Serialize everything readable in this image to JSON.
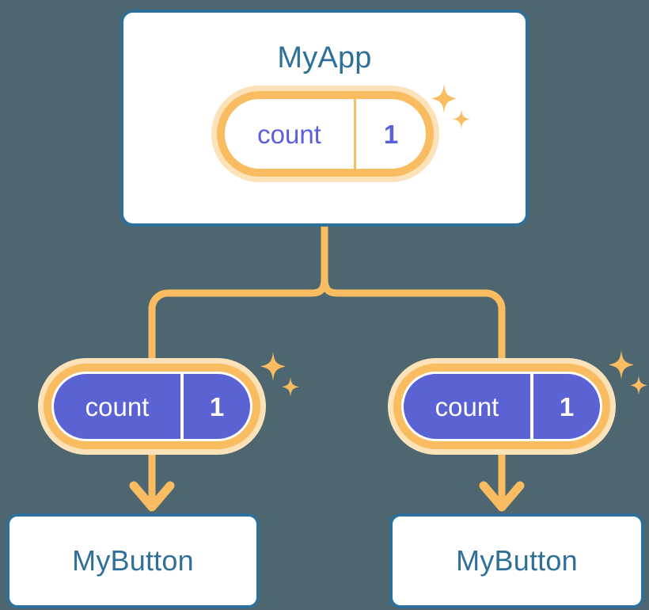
{
  "diagram": {
    "title_note": "React component tree with shared state prop-drilled to children",
    "background_color": "#4d6670",
    "accent_orange": "#f9bc60",
    "accent_orange_soft": "#fce2b8",
    "accent_blue": "#2e7099",
    "accent_indigo": "#5b62d4",
    "accent_indigo_text": "#5b5fd9",
    "card_background": "#ffffff"
  },
  "root": {
    "name": "root-component",
    "label": "MyApp",
    "state": {
      "key": "count",
      "value": "1"
    },
    "sparkle": "sparkle-icon"
  },
  "children": [
    {
      "name": "child-component-left",
      "label": "MyButton",
      "state": {
        "key": "count",
        "value": "1"
      },
      "sparkle": "sparkle-icon"
    },
    {
      "name": "child-component-right",
      "label": "MyButton",
      "state": {
        "key": "count",
        "value": "1"
      },
      "sparkle": "sparkle-icon"
    }
  ],
  "connectors": {
    "trunk": "vertical-line-from-root",
    "branch_left": "elbow-to-left-child",
    "branch_right": "elbow-to-right-child",
    "arrow_left": "arrow-down-to-left-button",
    "arrow_right": "arrow-down-to-right-button"
  }
}
